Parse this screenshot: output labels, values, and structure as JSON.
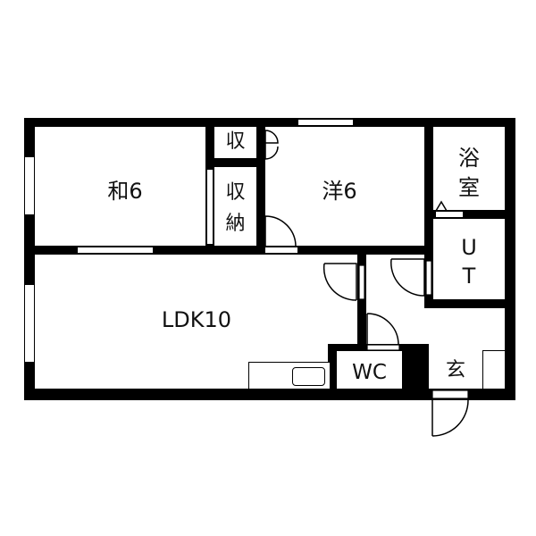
{
  "floor_plan": {
    "rooms": [
      {
        "id": "washitsu",
        "label": "和6"
      },
      {
        "id": "yoshitsu",
        "label": "洋6"
      },
      {
        "id": "ldk",
        "label": "LDK10"
      },
      {
        "id": "closet_small",
        "label": "収"
      },
      {
        "id": "closet",
        "label_line1": "収",
        "label_line2": "納"
      },
      {
        "id": "bath",
        "label_line1": "浴",
        "label_line2": "室"
      },
      {
        "id": "utility",
        "label_line1": "U",
        "label_line2": "T"
      },
      {
        "id": "wc",
        "label": "WC"
      },
      {
        "id": "entrance",
        "label": "玄"
      }
    ],
    "colors": {
      "wall": "#000000",
      "background": "#ffffff"
    }
  }
}
